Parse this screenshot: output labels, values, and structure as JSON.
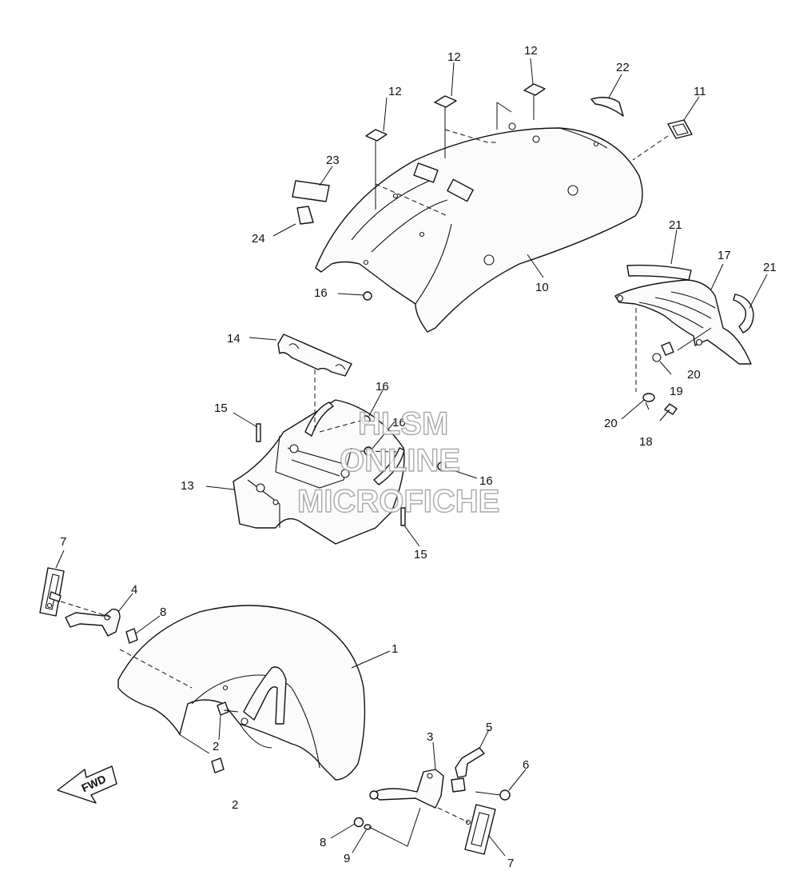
{
  "diagram": {
    "callouts": [
      {
        "id": "c12a",
        "text": "12"
      },
      {
        "id": "c12b",
        "text": "12"
      },
      {
        "id": "c12c",
        "text": "12"
      },
      {
        "id": "c22",
        "text": "22"
      },
      {
        "id": "c11",
        "text": "11"
      },
      {
        "id": "c23",
        "text": "23"
      },
      {
        "id": "c24",
        "text": "24"
      },
      {
        "id": "c16a",
        "text": "16"
      },
      {
        "id": "c10",
        "text": "10"
      },
      {
        "id": "c21a",
        "text": "21"
      },
      {
        "id": "c17",
        "text": "17"
      },
      {
        "id": "c21b",
        "text": "21"
      },
      {
        "id": "c20a",
        "text": "20"
      },
      {
        "id": "c19",
        "text": "19"
      },
      {
        "id": "c20b",
        "text": "20"
      },
      {
        "id": "c18",
        "text": "18"
      },
      {
        "id": "c14",
        "text": "14"
      },
      {
        "id": "c16b",
        "text": "16"
      },
      {
        "id": "c16c",
        "text": "16"
      },
      {
        "id": "c16d",
        "text": "16"
      },
      {
        "id": "c15a",
        "text": "15"
      },
      {
        "id": "c13",
        "text": "13"
      },
      {
        "id": "c15b",
        "text": "15"
      },
      {
        "id": "c7a",
        "text": "7"
      },
      {
        "id": "c4",
        "text": "4"
      },
      {
        "id": "c8a",
        "text": "8"
      },
      {
        "id": "c1",
        "text": "1"
      },
      {
        "id": "c2a",
        "text": "2"
      },
      {
        "id": "c2b",
        "text": "2"
      },
      {
        "id": "c3",
        "text": "3"
      },
      {
        "id": "c5",
        "text": "5"
      },
      {
        "id": "c6",
        "text": "6"
      },
      {
        "id": "c8b",
        "text": "8"
      },
      {
        "id": "c9",
        "text": "9"
      },
      {
        "id": "c7b",
        "text": "7"
      }
    ],
    "fwd_label": "FWD"
  },
  "watermark": {
    "line1": "HLSM",
    "line2": "ONLINE",
    "line3": "MICROFICHE"
  }
}
